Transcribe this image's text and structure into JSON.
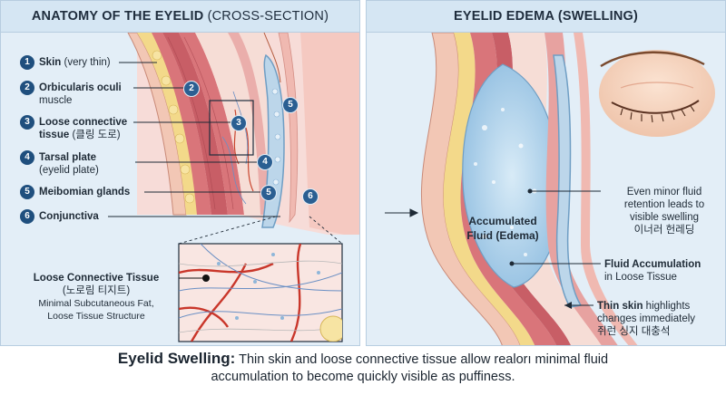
{
  "left_panel": {
    "title": "ANATOMY OF THE EYELID",
    "title_suffix": "(CROSS-SECTION)",
    "legend": [
      {
        "n": "1",
        "title": "Skin",
        "desc": " (very thin)"
      },
      {
        "n": "2",
        "title": "Orbicularis oculi",
        "desc": "muscle"
      },
      {
        "n": "3",
        "title": "Loose connective",
        "title2": "tissue",
        "desc": " (클링 도로)"
      },
      {
        "n": "4",
        "title": "Tarsal plate",
        "desc": "(eyelid plate)"
      },
      {
        "n": "5",
        "title": "Meibomian glands",
        "desc": ""
      },
      {
        "n": "6",
        "title": "Conjunctiva",
        "desc": ""
      }
    ],
    "markers": [
      "2",
      "3",
      "4",
      "5",
      "5",
      "6"
    ],
    "zoom": {
      "title": "Loose Connective Tissue",
      "korean": "(노로림 티지트)",
      "line1": "Minimal Subcutaneous Fat,",
      "line2": "Loose Tissue Structure"
    }
  },
  "right_panel": {
    "title": "EYELID EDEMA (SWELLING)",
    "fluid_label": "Accumulated Fluid (Edema)",
    "fluid_line1": "Accumulated",
    "fluid_line2": "Fluid (Edema)",
    "note1": [
      "Even minor fluid",
      "retention leads to",
      "visible swelling",
      "이너러 헌레딩"
    ],
    "note2_bold": "Fluid Accumulation",
    "note2_rest": "in Loose Tissue",
    "note3_bold": "Thin skin",
    "note3_rest": [
      " highlights",
      "changes immediately",
      "쥐런 싱지 대충석"
    ]
  },
  "caption": {
    "title": "Eyelid Swelling:",
    "line1": " Thin skin and loose connective tissue allow realorı minimal fluid",
    "line2": "accumulation to become quickly visible as puffiness."
  },
  "colors": {
    "muscle": "#d9757a",
    "muscle_dark": "#b94d55",
    "skin": "#f2c7b5",
    "fat": "#f3d98a",
    "tissue": "#f6ddd6",
    "tarsal": "#bcd6ea",
    "fluid": "#a8cce6",
    "accent": "#1f4f7e"
  }
}
